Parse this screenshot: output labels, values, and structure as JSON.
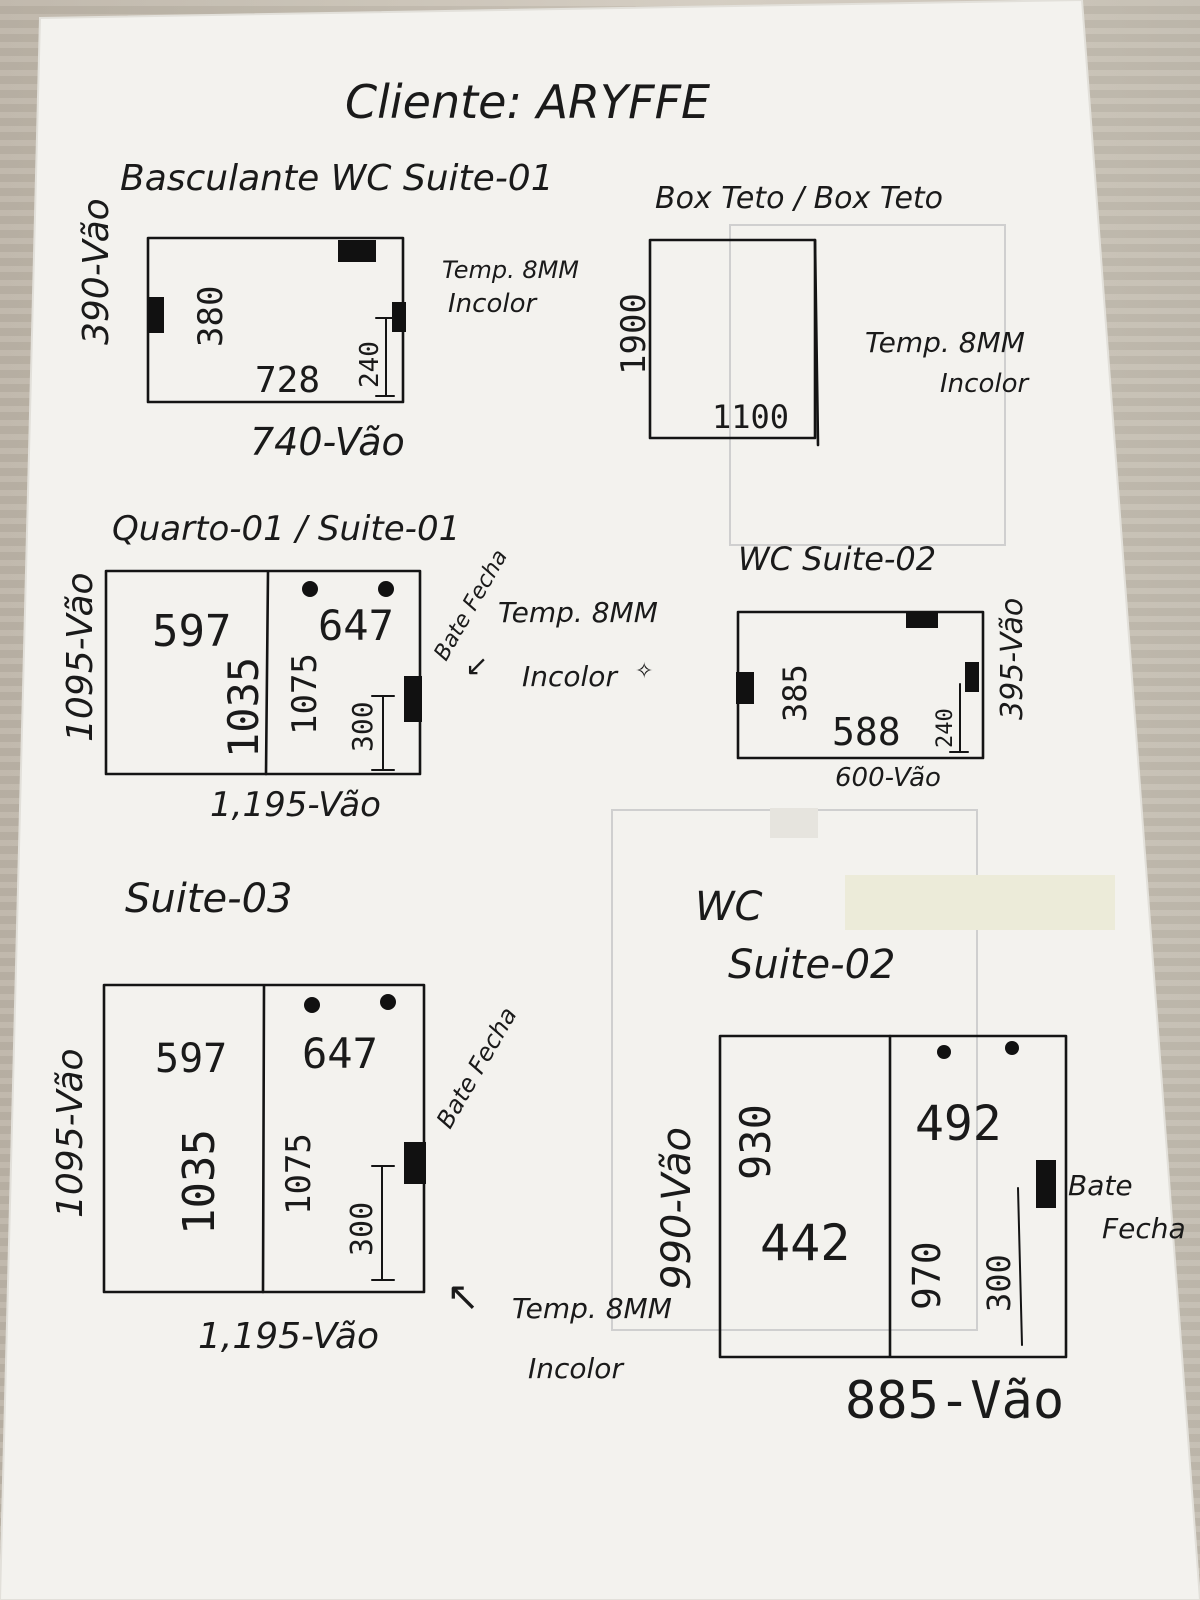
{
  "header": {
    "client": "Cliente: ARYFFE"
  },
  "panels": {
    "basculante": {
      "title": "Basculante WC Suite-01",
      "height_vao": "390-Vão",
      "height": "380",
      "width": "728",
      "handle_height": "240",
      "width_vao": "740-Vão",
      "spec_line1": "Temp. 8MM",
      "spec_line2": "Incolor"
    },
    "box_teto": {
      "title": "Box Teto / Box Teto",
      "height": "1900",
      "width": "1100",
      "spec_line1": "Temp. 8MM",
      "spec_line2": "Incolor"
    },
    "quarto": {
      "title": "Quarto-01 / Suite-01",
      "height_vao": "1095-Vão",
      "left_width": "597",
      "left_height": "1035",
      "right_width": "647",
      "right_height": "1075",
      "handle_height": "300",
      "width_vao": "1,195-Vão",
      "bate_fecha": "Bate Fecha",
      "spec_line1": "Temp. 8MM",
      "spec_line2": "Incolor"
    },
    "wc_suite02_small": {
      "title": "WC Suite-02",
      "height": "385",
      "width": "588",
      "handle_height": "240",
      "width_vao": "600-Vão",
      "height_vao": "395-Vão"
    },
    "suite03": {
      "title": "Suite-03",
      "height_vao": "1095-Vão",
      "left_width": "597",
      "left_height": "1035",
      "right_width": "647",
      "right_height": "1075",
      "handle_height": "300",
      "width_vao": "1,195-Vão",
      "bate_fecha": "Bate Fecha",
      "spec_line1": "Temp. 8MM",
      "spec_line2": "Incolor"
    },
    "wc_suite02_door": {
      "title_line1": "WC",
      "title_line2": "Suite-02",
      "height_vao": "990-Vão",
      "left_height": "930",
      "left_width": "442",
      "right_width": "492",
      "right_height": "970",
      "handle_height": "300",
      "width_vao": "885-Vão",
      "bate_line1": "Bate",
      "bate_line2": "Fecha"
    }
  }
}
